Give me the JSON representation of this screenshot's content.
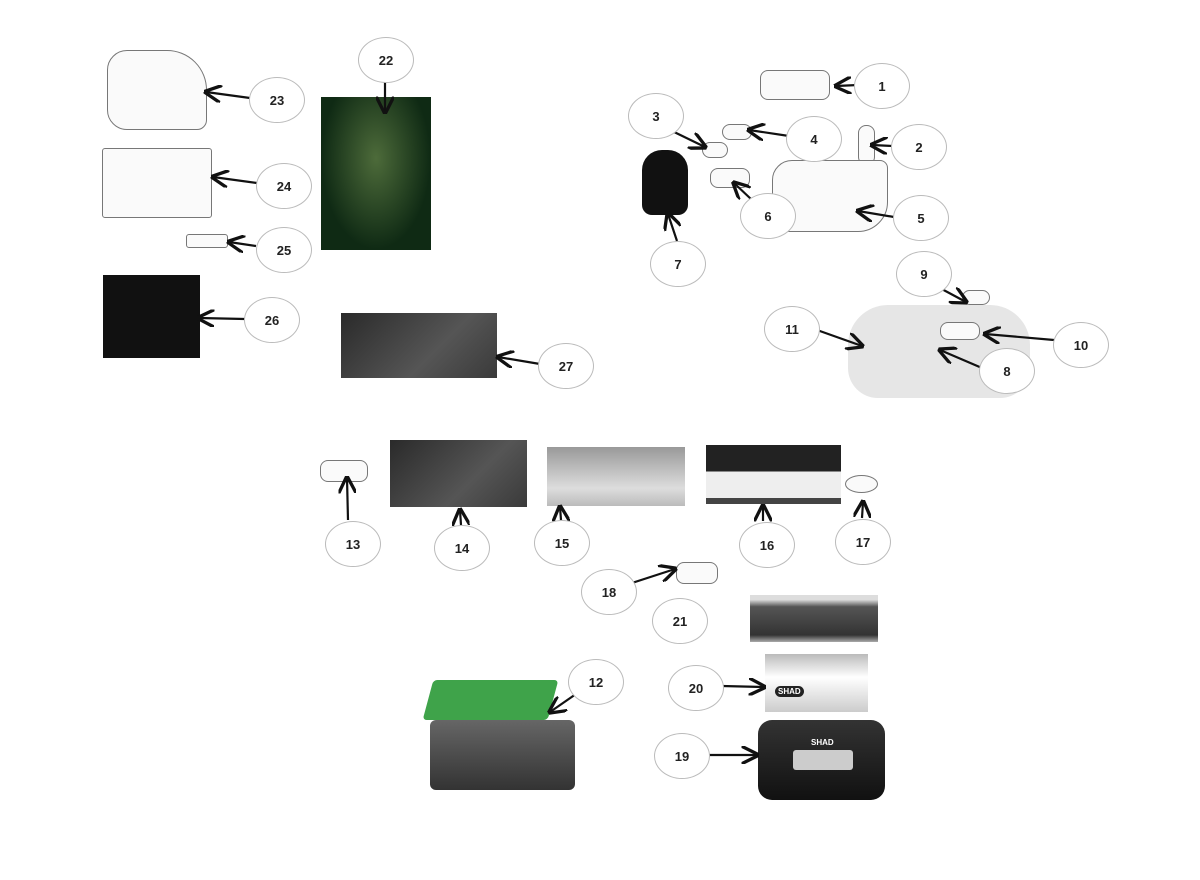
{
  "callouts": {
    "n1": "1",
    "n2": "2",
    "n3": "3",
    "n4": "4",
    "n5": "5",
    "n6": "6",
    "n7": "7",
    "n8": "8",
    "n9": "9",
    "n10": "10",
    "n11": "11",
    "n12": "12",
    "n13": "13",
    "n14": "14",
    "n15": "15",
    "n16": "16",
    "n17": "17",
    "n18": "18",
    "n19": "19",
    "n20": "20",
    "n21": "21",
    "n22": "22",
    "n23": "23",
    "n24": "24",
    "n25": "25",
    "n26": "26",
    "n27": "27"
  },
  "logos": {
    "top_case": "SHAD",
    "cover": "SHAD"
  },
  "colors": {
    "arrow": "#111111",
    "green_lid": "#3fa34a",
    "dark_photo": "#0f2a14"
  }
}
